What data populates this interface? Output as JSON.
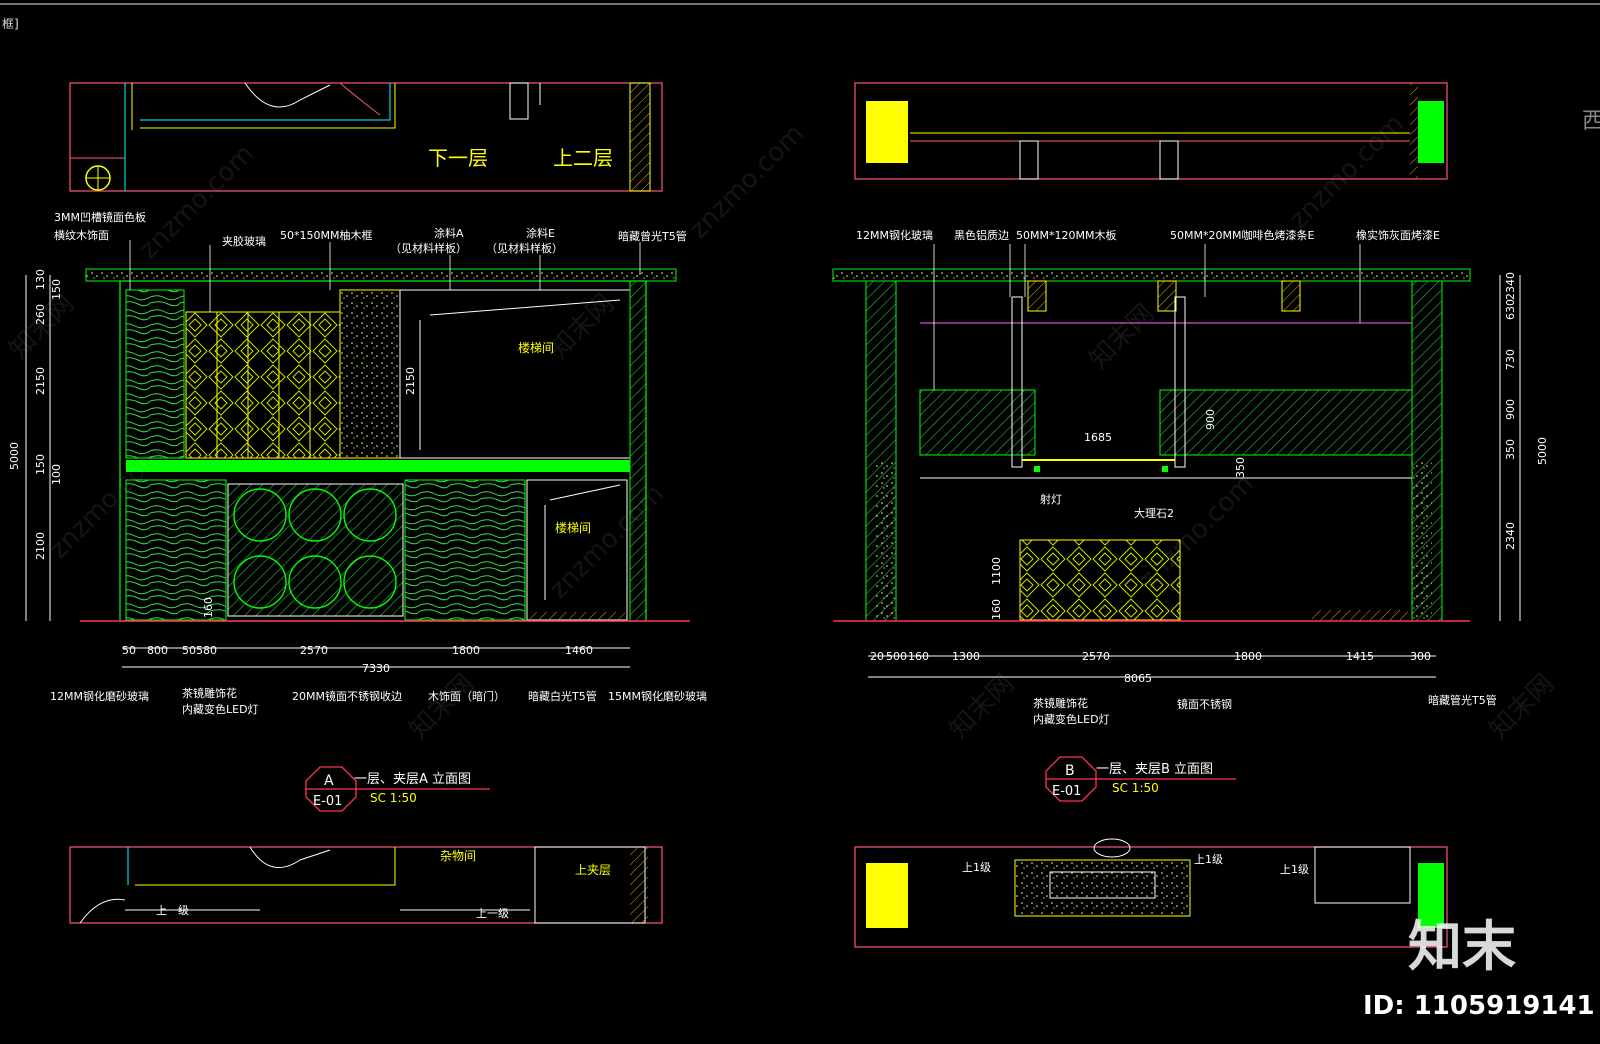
{
  "viewport": {
    "corner_label": "框]"
  },
  "plan_left_top": {
    "label_down": "下一层",
    "label_up": "上二层"
  },
  "plan_right_top": {
    "side_label": "西"
  },
  "elevation_a": {
    "notes_top": [
      "3MM凹槽镜面色板",
      "横纹木饰面",
      "夹胶玻璃",
      "50*150MM柚木框",
      "涂料A",
      "（见材料样板）",
      "涂料E",
      "（见材料样板）",
      "暗藏曾光T5管"
    ],
    "left_dims": [
      "130",
      "150",
      "260",
      "2150",
      "150",
      "100",
      "2100",
      "5000"
    ],
    "inner_dims": [
      "2150",
      "160"
    ],
    "room_label": "楼梯间",
    "room_label_lower": "楼梯间",
    "bottom_dims": [
      "50",
      "800",
      "50",
      "580",
      "2570",
      "1800",
      "1460"
    ],
    "total_dim": "7330",
    "notes_bottom": [
      "12MM钢化磨砂玻璃",
      "茶镜雕饰花",
      "内藏变色LED灯",
      "20MM镜面不锈钢收边",
      "木饰面（暗门）",
      "暗藏白光T5管",
      "15MM钢化磨砂玻璃"
    ],
    "tag_letter": "A",
    "tag_sheet": "E-01",
    "title": "一层、夹层A 立面图",
    "scale": "SC 1:50"
  },
  "elevation_b": {
    "notes_top": [
      "12MM钢化玻璃",
      "黑色铝质边",
      "50MM*120MM木板",
      "50MM*20MM咖啡色烤漆条E",
      "橡实饰灰面烤漆E"
    ],
    "right_dims": [
      "2340",
      "630",
      "730",
      "900",
      "350",
      "2340",
      "5000"
    ],
    "inner_dims": [
      "1685",
      "900",
      "350",
      "1100",
      "160"
    ],
    "label_spot": "射灯",
    "label_marble": "大理石2",
    "bottom_dims": [
      "20",
      "500",
      "160",
      "1300",
      "2570",
      "1800",
      "1415",
      "300"
    ],
    "total_dim": "8065",
    "notes_bottom": [
      "茶镜雕饰花",
      "内藏变色LED灯",
      "镜面不锈钢",
      "暗藏管光T5管"
    ],
    "tag_letter": "B",
    "tag_sheet": "E-01",
    "title": "一层、夹层B 立面图",
    "scale": "SC 1:50"
  },
  "plan_left_bottom": {
    "label_room": "杂物间",
    "label_up_floor": "上夹层",
    "label_step1": "上一级",
    "label_step2": "上一级"
  },
  "plan_right_bottom": {
    "label_step1": "上1级",
    "label_step2": "上1级",
    "label_step3": "上1级"
  },
  "watermarks": {
    "site": "znzmo.com",
    "brand": "知末网",
    "logo": "知末",
    "id": "ID: 1105919141"
  }
}
